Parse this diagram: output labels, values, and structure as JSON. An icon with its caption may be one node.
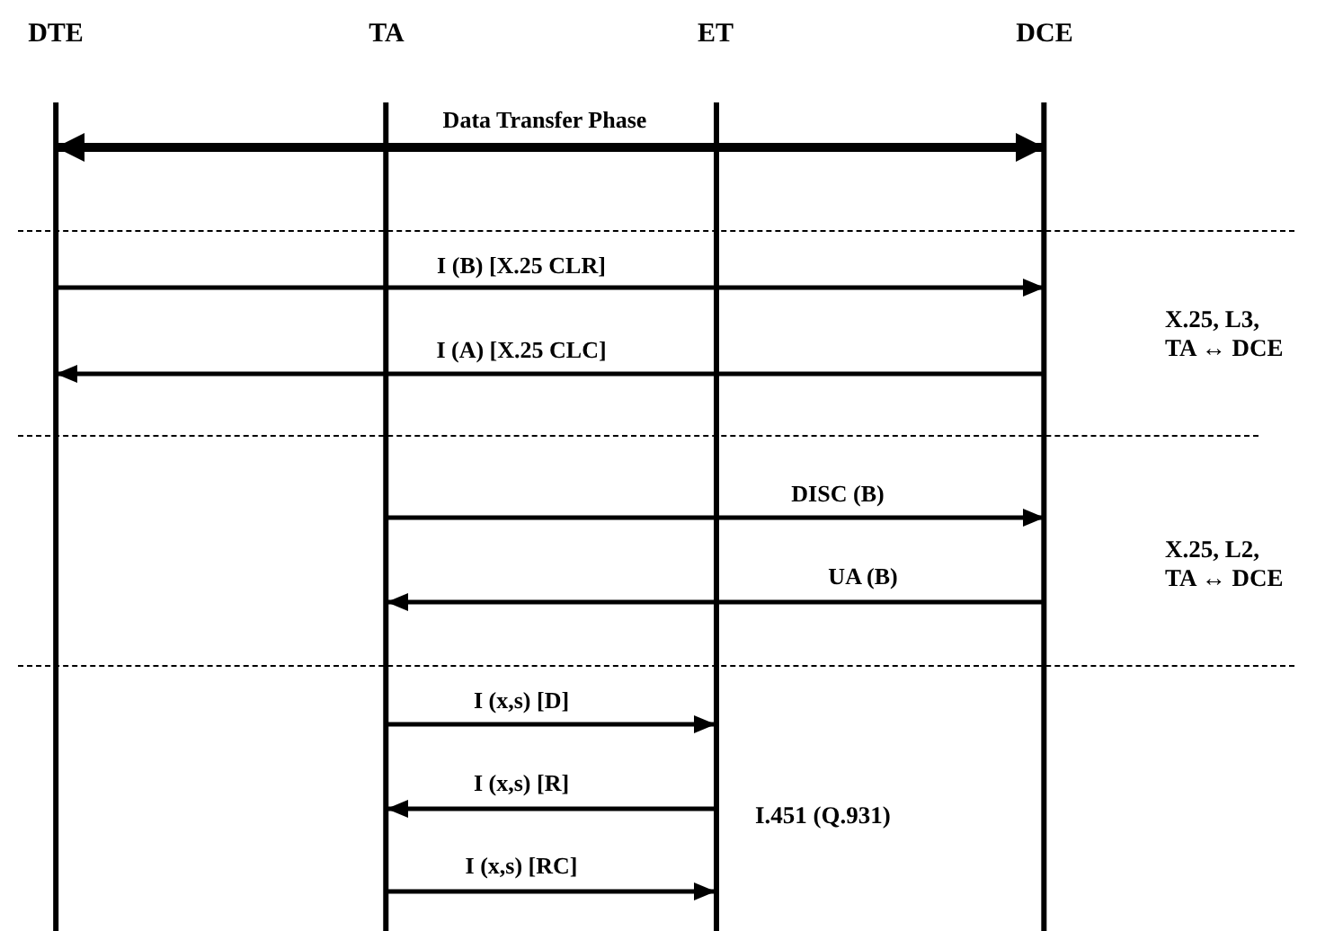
{
  "diagram": {
    "nodes": [
      {
        "text": [
          "DTE"
        ]
      },
      {
        "text": [
          "TA"
        ]
      },
      {
        "text": [
          "ET"
        ]
      },
      {
        "text": [
          "DCE"
        ]
      }
    ],
    "edges": [
      {
        "from": 0,
        "to": 3,
        "arrow": "both",
        "label": "Data Transfer Phase",
        "style": "thick"
      },
      {
        "from": 0,
        "to": 3,
        "arrow": "to",
        "label": "I (B) [X.25 CLR]"
      },
      {
        "from": 3,
        "to": 0,
        "arrow": "to",
        "label": "I (A) [X.25 CLC]"
      },
      {
        "from": 1,
        "to": 3,
        "arrow": "to",
        "label": "DISC (B)"
      },
      {
        "from": 3,
        "to": 1,
        "arrow": "to",
        "label": "UA (B)"
      },
      {
        "from": 1,
        "to": 2,
        "arrow": "to",
        "label": "I (x,s) [D]"
      },
      {
        "from": 2,
        "to": 1,
        "arrow": "to",
        "label": "I (x,s) [R]"
      },
      {
        "from": 1,
        "to": 2,
        "arrow": "to",
        "label": "I (x,s) [RC]"
      }
    ],
    "labels": [
      "X.25, L3,",
      "TA ↔ DCE",
      "X.25, L2,",
      "TA ↔ DCE",
      "I.451 (Q.931)"
    ]
  }
}
